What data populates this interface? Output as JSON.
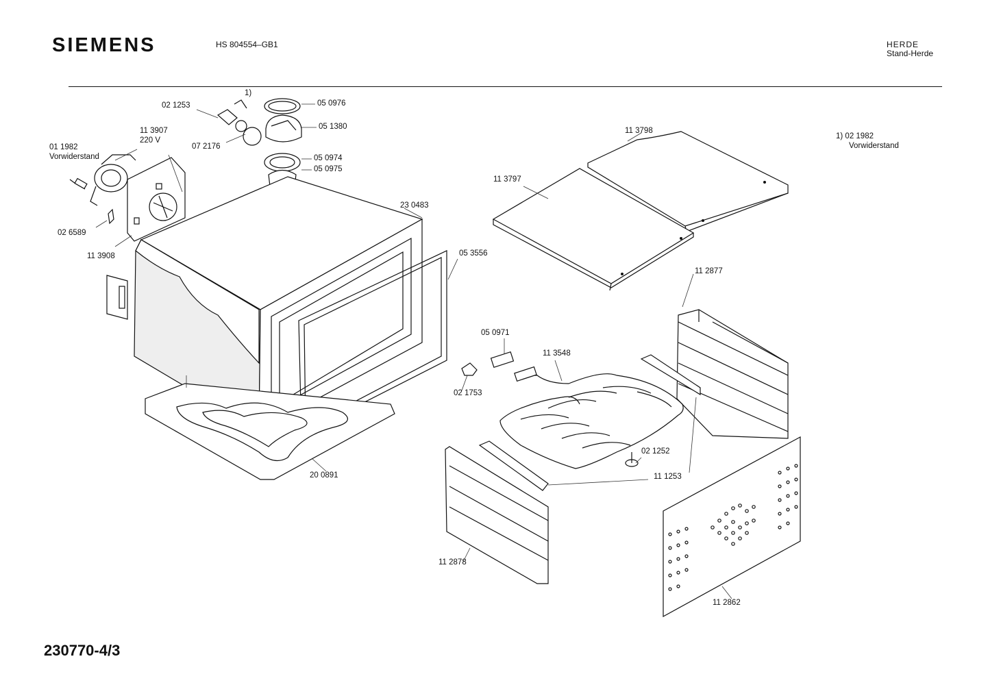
{
  "header": {
    "brand": "SIEMENS",
    "model": "HS 804554–GB1",
    "category_line1": "HERDE",
    "category_line2": "Stand-Herde"
  },
  "footnote": {
    "line1": "1)  02 1982",
    "line2": "Vorwiderstand"
  },
  "figure_number": "230770-4/3",
  "part_labels": {
    "footnote_ref": "1)",
    "p021253": "02 1253",
    "p050976": "05 0976",
    "p051380": "05 1380",
    "p113907": "11 3907",
    "v220": "220 V",
    "p072176": "07 2176",
    "p011982": "01 1982",
    "vorwiderstand": "Vorwiderstand",
    "p050974": "05 0974",
    "p050975": "05 0975",
    "p026589": "02 6589",
    "p113908": "11 3908",
    "p230483": "23 0483",
    "p053556": "05 3556",
    "p200891": "20 0891",
    "p113798": "11 3798",
    "p113797": "11 3797",
    "p112877": "11 2877",
    "p050971": "05 0971",
    "p113548": "11 3548",
    "p021753": "02 1753",
    "p021252": "02 1252",
    "p111253": "11 1253",
    "p112878": "11 2878",
    "p112862": "11 2862"
  }
}
